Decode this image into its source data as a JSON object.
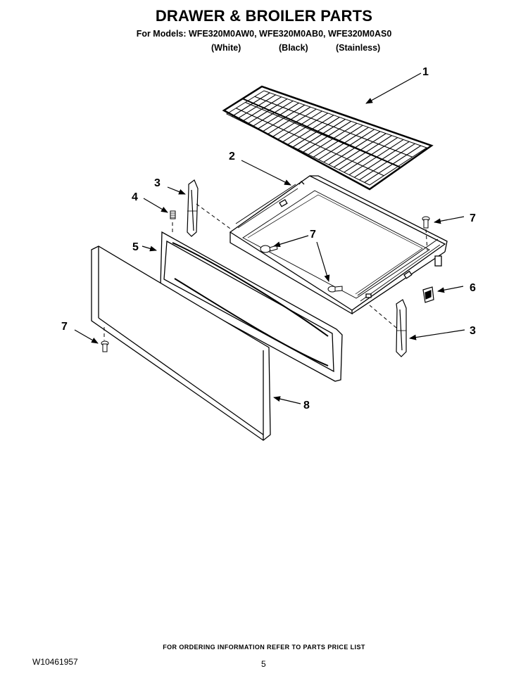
{
  "header": {
    "title": "DRAWER & BROILER PARTS",
    "models_line": "For Models: WFE320M0AW0, WFE320M0AB0, WFE320M0AS0",
    "finishes": [
      "(White)",
      "(Black)",
      "(Stainless)"
    ]
  },
  "callouts": {
    "rack": "1",
    "drawer": "2",
    "slide_left": "3",
    "slide_right": "3",
    "screw_small": "4",
    "inner_panel": "5",
    "clip": "6",
    "screw_top_right": "7",
    "screw_center": "7",
    "screw_bottom_left": "7",
    "front_panel": "8"
  },
  "footer": {
    "ordering_note": "FOR ORDERING INFORMATION REFER TO PARTS PRICE LIST",
    "doc_number": "W10461957",
    "page_number": "5"
  }
}
